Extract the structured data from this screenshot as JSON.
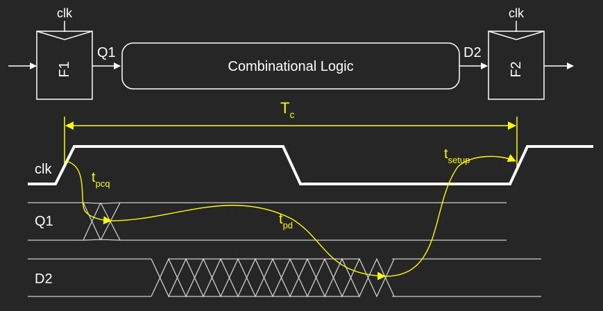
{
  "colors": {
    "background": "#262626",
    "wave": "#cfcfcf",
    "clock": "#ffffff",
    "annotation": "#ffff00",
    "label": "#ffffff"
  },
  "circuit": {
    "ff1": {
      "label": "F1",
      "clk": "clk"
    },
    "ff2": {
      "label": "F2",
      "clk": "clk"
    },
    "logic_label": "Combinational Logic",
    "q1": "Q1",
    "d2": "D2"
  },
  "timing": {
    "period": {
      "main": "T",
      "sub": "c"
    },
    "clk_label": "clk",
    "q1_label": "Q1",
    "d2_label": "D2",
    "tpcq": {
      "main": "t",
      "sub": "pcq"
    },
    "tpd": {
      "main": "t",
      "sub": "pd"
    },
    "tsetup": {
      "main": "t",
      "sub": "setup"
    }
  }
}
